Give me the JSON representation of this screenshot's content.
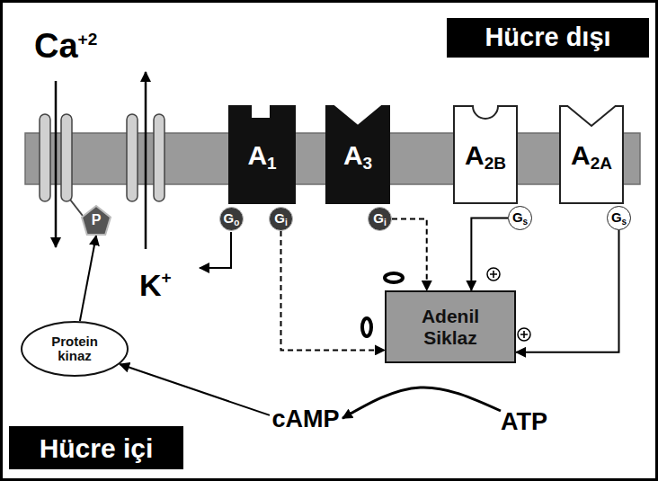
{
  "diagram": {
    "nodes": [
      {
        "text": [
          "Hücre dışı"
        ]
      },
      {
        "text": [
          "A1"
        ]
      },
      {
        "text": [
          "A3"
        ]
      },
      {
        "text": [
          "A2B"
        ]
      },
      {
        "text": [
          "A2A"
        ]
      },
      {
        "text": [
          "P"
        ]
      },
      {
        "text": [
          "Go"
        ]
      },
      {
        "text": [
          "Gi"
        ]
      },
      {
        "text": [
          "Gi"
        ]
      },
      {
        "text": [
          "Gs"
        ]
      },
      {
        "text": [
          "Gs"
        ]
      },
      {
        "text": [
          "Adenil Siklaz"
        ]
      },
      {
        "text": [
          "Protein kinaz"
        ]
      },
      {
        "text": [
          "cAMP"
        ]
      },
      {
        "text": [
          "ATP"
        ]
      },
      {
        "text": [
          "Hücre içi"
        ]
      }
    ],
    "edges": [
      {
        "from": 7,
        "to": 11,
        "arrow": "to"
      },
      {
        "from": 8,
        "to": 11,
        "arrow": "to"
      },
      {
        "from": 9,
        "to": 11,
        "arrow": "to"
      },
      {
        "from": 10,
        "to": 11,
        "arrow": "to"
      },
      {
        "from": 13,
        "to": 12,
        "arrow": "to"
      },
      {
        "from": 12,
        "to": 5,
        "arrow": "to"
      },
      {
        "from": 14,
        "to": 13,
        "arrow": "to"
      }
    ],
    "labels": [
      "Ca+2",
      "K+"
    ]
  }
}
